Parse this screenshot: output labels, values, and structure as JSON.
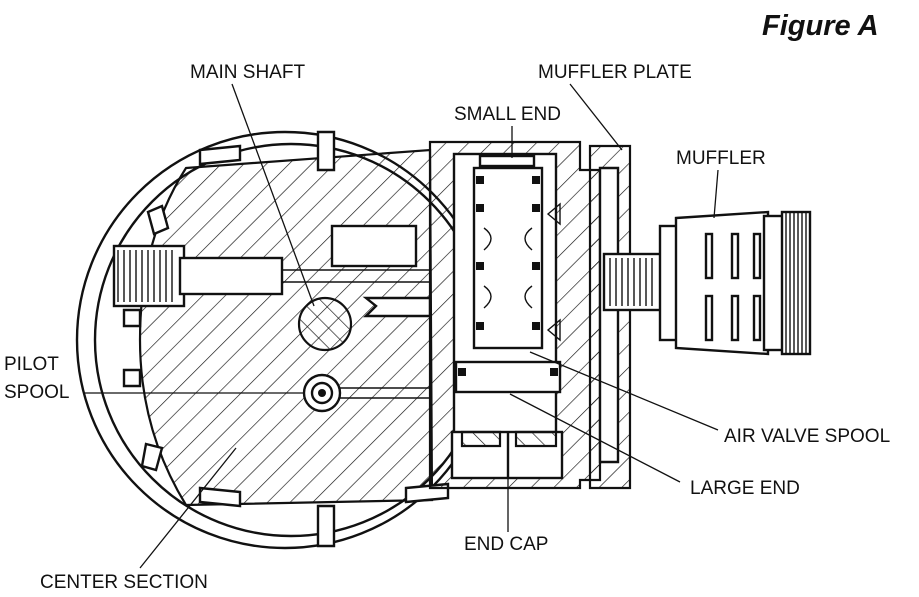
{
  "figure_title": "Figure A",
  "labels": {
    "main_shaft": "MAIN SHAFT",
    "muffler_plate": "MUFFLER PLATE",
    "small_end": "SMALL END",
    "muffler": "MUFFLER",
    "pilot_line1": "PILOT",
    "pilot_line2": "SPOOL",
    "air_valve_spool": "AIR VALVE SPOOL",
    "large_end": "LARGE END",
    "end_cap": "END CAP",
    "center_section": "CENTER SECTION"
  }
}
